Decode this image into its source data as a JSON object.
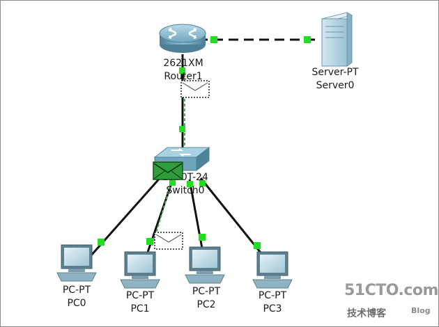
{
  "nodes": {
    "router": {
      "model": "2621XM",
      "name": "Router1"
    },
    "server": {
      "model": "Server-PT",
      "name": "Server0"
    },
    "switch": {
      "model": "2950T-24",
      "name": "Switch0"
    },
    "pcs": [
      {
        "model": "PC-PT",
        "name": "PC0"
      },
      {
        "model": "PC-PT",
        "name": "PC1"
      },
      {
        "model": "PC-PT",
        "name": "PC2"
      },
      {
        "model": "PC-PT",
        "name": "PC3"
      }
    ]
  },
  "link_status_color": "#22dd22",
  "watermark": {
    "site": "51CTO.com",
    "tagline": "技术博客",
    "blog": "Blog"
  }
}
